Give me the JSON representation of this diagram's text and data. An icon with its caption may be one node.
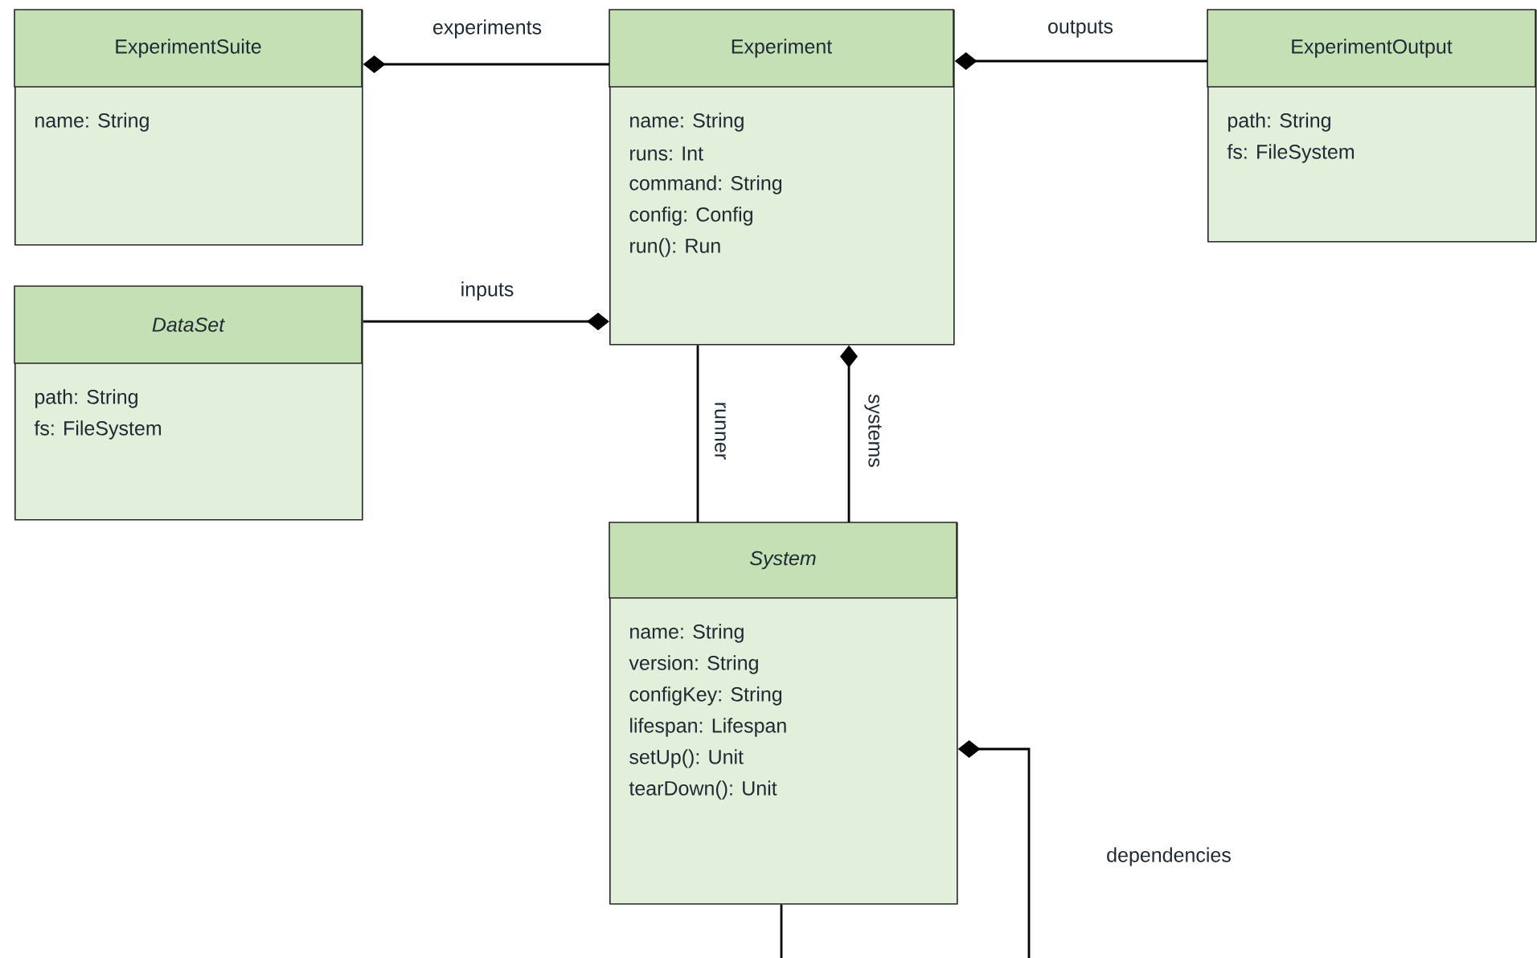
{
  "diagram": {
    "nodes": [
      {
        "text": [
          "ExperimentSuite",
          "name: String"
        ]
      },
      {
        "text": [
          "Experiment",
          "name: String",
          "runs: Int",
          "command: String",
          "config: Config",
          "run(): Run"
        ]
      },
      {
        "text": [
          "ExperimentOutput",
          "path: String",
          "fs: FileSystem"
        ]
      },
      {
        "text": [
          "DataSet",
          "path: String",
          "fs: FileSystem"
        ]
      },
      {
        "text": [
          "System",
          "name: String",
          "version: String",
          "configKey: String",
          "lifespan: Lifespan",
          "setUp(): Unit",
          "tearDown(): Unit"
        ]
      }
    ],
    "edges": [
      {
        "from": 0,
        "to": 1,
        "arrow": "other",
        "label": "experiments"
      },
      {
        "from": 1,
        "to": 2,
        "arrow": "other",
        "label": "outputs"
      },
      {
        "from": 1,
        "to": 3,
        "arrow": "other",
        "label": "inputs"
      },
      {
        "from": 1,
        "to": 4,
        "arrow": "none",
        "label": "runner"
      },
      {
        "from": 1,
        "to": 4,
        "arrow": "other",
        "label": "systems"
      },
      {
        "from": 4,
        "to": 4,
        "arrow": "other",
        "label": "dependencies"
      }
    ]
  }
}
